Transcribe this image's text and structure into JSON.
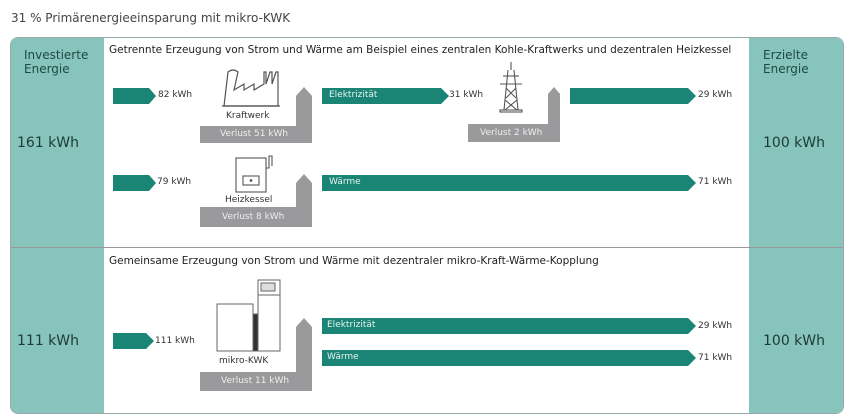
{
  "headline": "31 % Primärenergieeinsparung mit mikro-KWK",
  "colors": {
    "teal": "#1a8475",
    "panel": "#86c4bc",
    "loss_gray": "#9a9a9c"
  },
  "left_panel": {
    "title": "Investierte Energie",
    "top_value": "161 kWh",
    "bottom_value": "111 kWh"
  },
  "right_panel": {
    "title": "Erzielte Energie",
    "top_value": "100 kWh",
    "bottom_value": "100 kWh"
  },
  "section1": {
    "title": "Getrennte Erzeugung von Strom und Wärme am Beispiel eines zentralen Kohle-Kraftwerks  und dezentralen Heizkessel",
    "power_input": "82 kWh",
    "power_plant_label": "Kraftwerk",
    "power_plant_loss": "Verlust 51 kWh",
    "electricity_label": "Elektrizität",
    "electricity_value": "31 kWh",
    "grid_loss": "Verlust 2 kWh",
    "electricity_output": "29 kWh",
    "boiler_input": "79 kWh",
    "boiler_label": "Heizkessel",
    "boiler_loss": "Verlust 8 kWh",
    "heat_label": "Wärme",
    "heat_output": "71 kWh"
  },
  "section2": {
    "title": "Gemeinsame Erzeugung von Strom und Wärme mit dezentraler mikro-Kraft-Wärme-Kopplung",
    "input": "111 kWh",
    "unit_label": "mikro-KWK",
    "loss": "Verlust 11 kWh",
    "electricity_label": "Elektrizität",
    "electricity_output": "29 kWh",
    "heat_label": "Wärme",
    "heat_output": "71 kWh"
  }
}
